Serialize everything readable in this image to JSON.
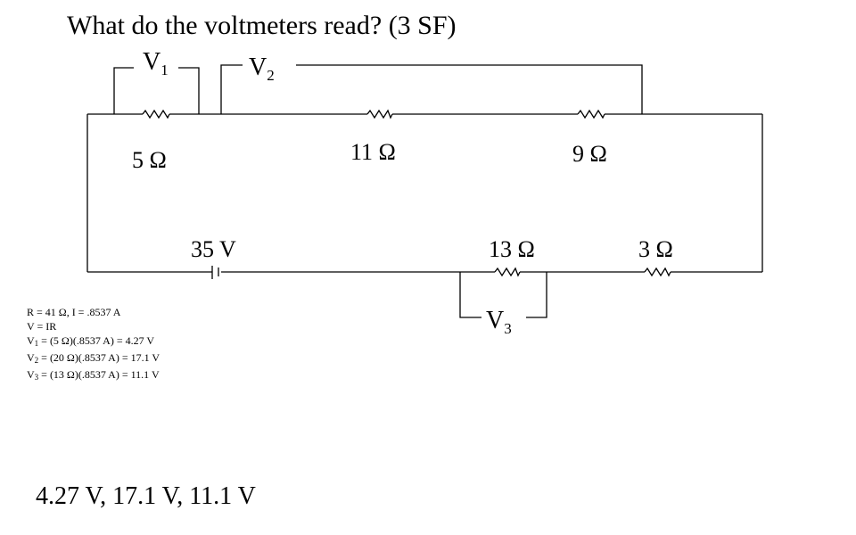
{
  "title": "What do the voltmeters read? (3 SF)",
  "circuit": {
    "resistors": {
      "r5": "5 Ω",
      "r11": "11 Ω",
      "r9": "9 Ω",
      "r13": "13 Ω",
      "r3": "3 Ω"
    },
    "battery": "35 V",
    "voltmeters": {
      "v1": {
        "letter": "V",
        "sub": "1"
      },
      "v2": {
        "letter": "V",
        "sub": "2"
      },
      "v3": {
        "letter": "V",
        "sub": "3"
      }
    }
  },
  "work": {
    "line1": "R = 41 Ω,  I = .8537 A",
    "line2": "V = IR",
    "line3": {
      "letter": "V",
      "sub": "1",
      "rest": "  = (5 Ω)(.8537 A) = 4.27 V"
    },
    "line4": {
      "letter": "V",
      "sub": "2",
      "rest": "  = (20 Ω)(.8537 A) = 17.1 V"
    },
    "line5": {
      "letter": "V",
      "sub": "3",
      "rest": "  = (13 Ω)(.8537 A) = 11.1 V"
    }
  },
  "answer": "4.27 V, 17.1 V, 11.1 V"
}
